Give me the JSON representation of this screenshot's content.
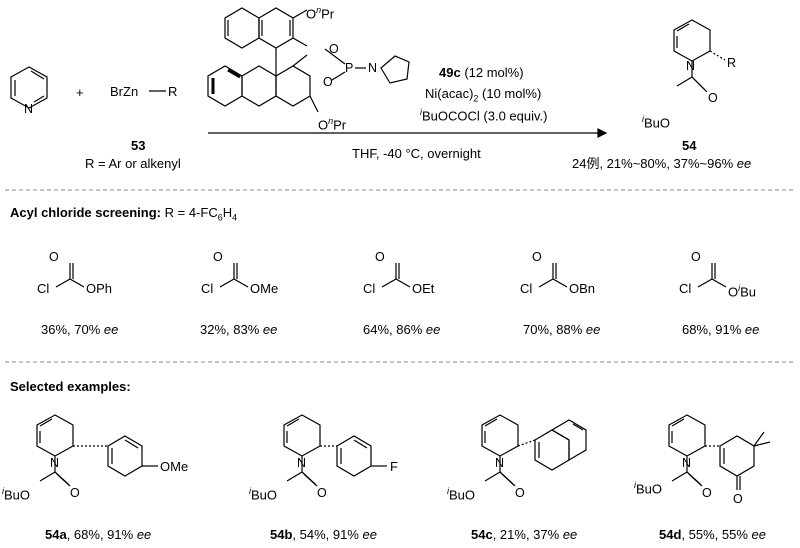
{
  "reaction": {
    "reagent_prefix": "BrZn",
    "reagent_R": "R",
    "plus": "+",
    "compound_53": "53",
    "r_def": "R = Ar or alkenyl",
    "ligand_O_top": "O",
    "ligand_nPr_top": "Pr",
    "ligand_n": "n",
    "ligand_O_bottom": "O",
    "ligand_nPr_bottom": "Pr",
    "ligand_P": "P",
    "ligand_N": "N",
    "ligand_ring_O": "O",
    "pyridine_N": "N",
    "cat_id": "49c",
    "cat_load": " (12 mol%)",
    "ni": "Ni(acac)",
    "ni_sub": "2",
    "ni_load": " (10 mol%)",
    "acyl_sup": "i",
    "acyl": "BuOCOCl (3.0 equiv.)",
    "conditions": "THF, -40 °C, overnight",
    "product_id": "54",
    "product_R": "R",
    "product_N": "N",
    "product_O": "O",
    "product_iBuO": "BuO",
    "yield_summary": "24例, 21%~80%, 37%~96% ",
    "ee": "ee"
  },
  "acyl_section": {
    "heading": "Acyl chloride screening:",
    "r_text": " R = 4-FC",
    "sub6": "6",
    "h4": "H",
    "sub4": "4",
    "items": [
      {
        "cl": "Cl",
        "o": "O",
        "group": "OPh",
        "result": "36%, 70% "
      },
      {
        "cl": "Cl",
        "o": "O",
        "group": "OMe",
        "result": "32%, 83% "
      },
      {
        "cl": "Cl",
        "o": "O",
        "group": "OEt",
        "result": "64%, 86% "
      },
      {
        "cl": "Cl",
        "o": "O",
        "group": "OBn",
        "result": "70%, 88% "
      },
      {
        "cl": "Cl",
        "o": "O",
        "group_prefix": "O",
        "group_sup": "i",
        "group_suffix": "Bu",
        "result": "68%, 91% "
      }
    ]
  },
  "examples_section": {
    "heading": "Selected examples:",
    "items": [
      {
        "id": "54a",
        "result": ", 68%, 91% ",
        "substituent": "OMe"
      },
      {
        "id": "54b",
        "result": ", 54%, 91% ",
        "substituent": "F"
      },
      {
        "id": "54c",
        "result": ", 21%, 37% ",
        "substituent": ""
      },
      {
        "id": "54d",
        "result": ", 55%, 55% ",
        "substituent": "O"
      }
    ],
    "iBuO": "BuO",
    "N": "N",
    "O": "O"
  },
  "colors": {
    "ink": "#000000",
    "divider": "#888888"
  }
}
